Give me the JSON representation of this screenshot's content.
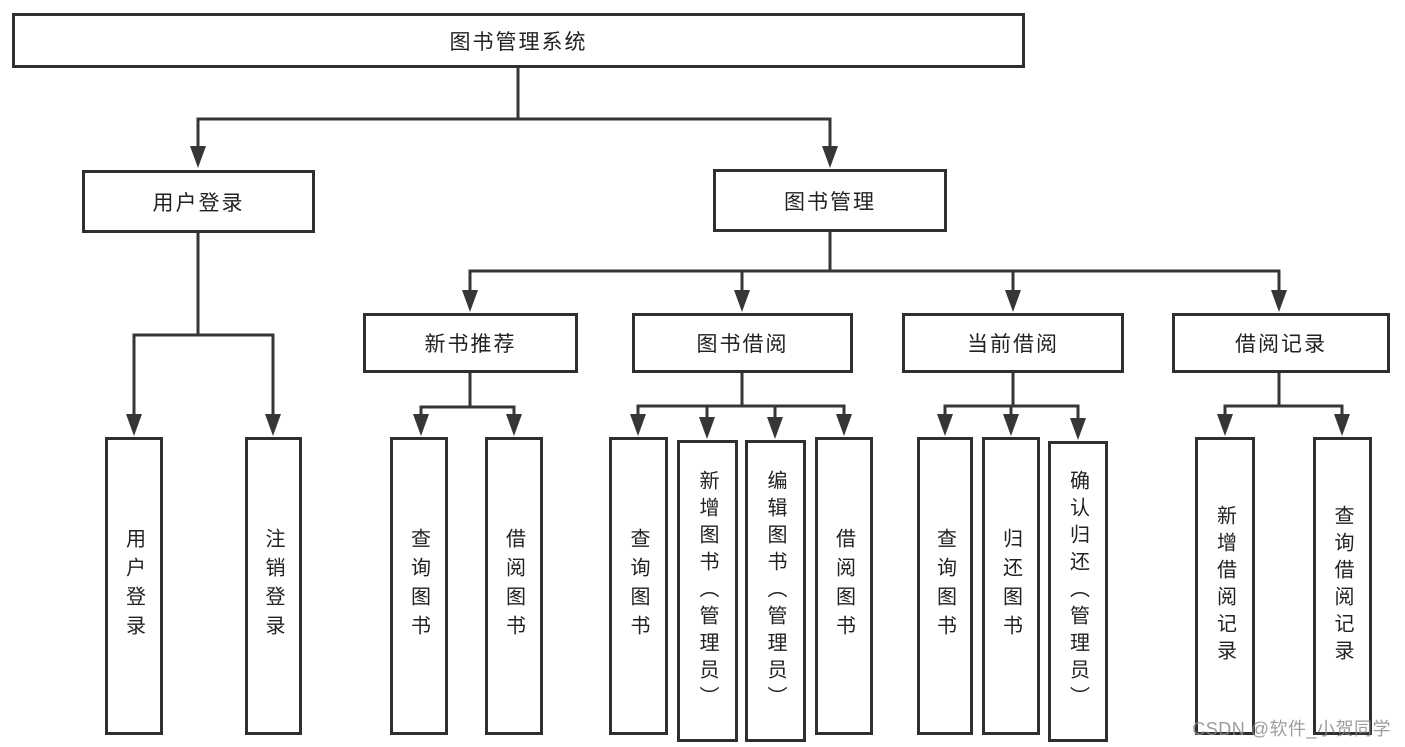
{
  "root_label": "图书管理系统",
  "level2": {
    "user_login": "用户登录",
    "book_management": "图书管理"
  },
  "level3": {
    "new_book_recommend": "新书推荐",
    "book_borrow": "图书借阅",
    "current_borrow": "当前借阅",
    "borrow_records": "借阅记录"
  },
  "leaves": {
    "user_login": [
      "用户登录",
      "注销登录"
    ],
    "new_book_recommend": [
      "查询图书",
      "借阅图书"
    ],
    "book_borrow": [
      "查询图书",
      "新增图书（管理员）",
      "编辑图书（管理员）",
      "借阅图书"
    ],
    "current_borrow": [
      "查询图书",
      "归还图书",
      "确认归还（管理员）"
    ],
    "borrow_records": [
      "新增借阅记录",
      "查询借阅记录"
    ]
  },
  "watermark": "CSDN @软件_小贺同学",
  "colors": {
    "line": "#363636",
    "box_border": "#2f2f2f",
    "text": "#222222",
    "watermark": "#8b8b92",
    "background": "#ffffff"
  }
}
